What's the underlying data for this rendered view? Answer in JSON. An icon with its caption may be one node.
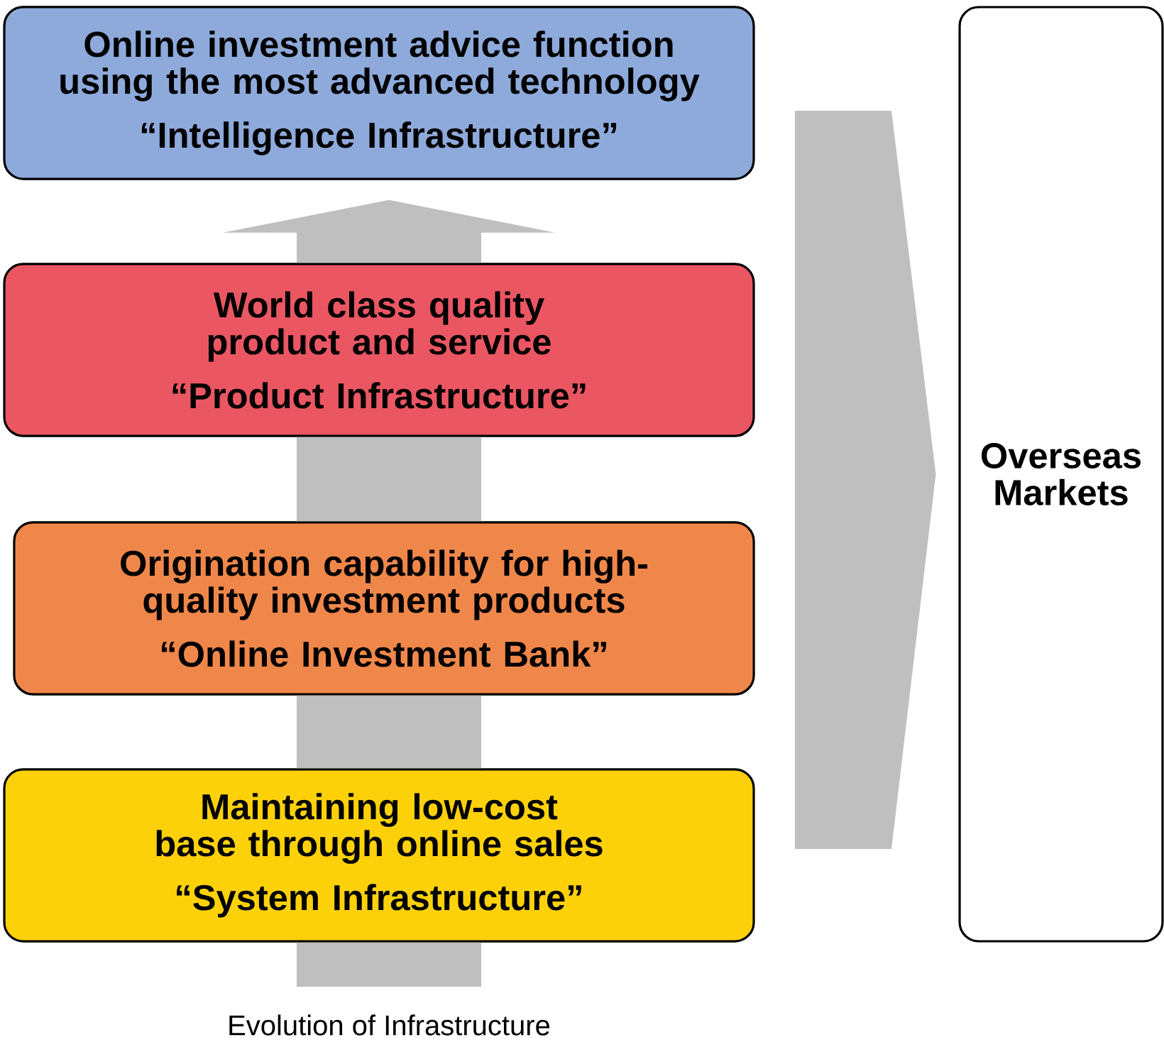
{
  "diagram": {
    "nodes": [
      {
        "text": [
          "Online investment advice function using the most advanced technology",
          "“Intelligence Infrastructure”"
        ]
      },
      {
        "text": [
          "World class quality product and service",
          "“Product Infrastructure”"
        ]
      },
      {
        "text": [
          "Origination capability for high-quality investment products",
          "“Online Investment Bank”"
        ]
      },
      {
        "text": [
          "Maintaining low-cost base through online sales",
          "“System Infrastructure”"
        ]
      },
      {
        "text": [
          "Overseas Markets"
        ]
      }
    ],
    "edges": [
      {
        "from": null,
        "to": 3,
        "arrow": "none",
        "style": "thick"
      },
      {
        "from": 3,
        "to": 2,
        "arrow": "none",
        "style": "thick"
      },
      {
        "from": 2,
        "to": 1,
        "arrow": "none",
        "style": "thick"
      },
      {
        "from": 1,
        "to": 0,
        "arrow": "to",
        "style": "thick"
      },
      {
        "from": null,
        "to": 4,
        "arrow": "to",
        "style": "thick"
      }
    ],
    "labels": [
      "Evolution of Infrastructure"
    ]
  }
}
